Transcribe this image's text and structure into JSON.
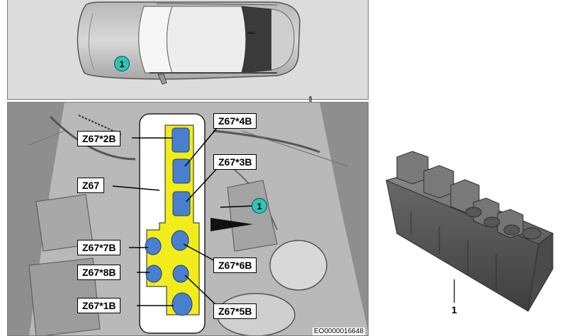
{
  "top_view": {
    "location_marker": "1"
  },
  "engine_bay": {
    "callouts": {
      "z67_4b": "Z67*4B",
      "z67_2b": "Z67*2B",
      "z67_3b": "Z67*3B",
      "z67": "Z67",
      "z67_7b": "Z67*7B",
      "z67_6b": "Z67*6B",
      "z67_8b": "Z67*8B",
      "z67_1b": "Z67*1B",
      "z67_5b": "Z67*5B"
    },
    "location_marker": "1",
    "figure_code": "EO0000016648"
  },
  "component": {
    "part_number": "1"
  },
  "colors": {
    "highlight": "#f2ec1b",
    "marker": "#2bc6b4",
    "connector": "#4a7fd0"
  },
  "icons": [
    "hand-pointer-icon"
  ]
}
